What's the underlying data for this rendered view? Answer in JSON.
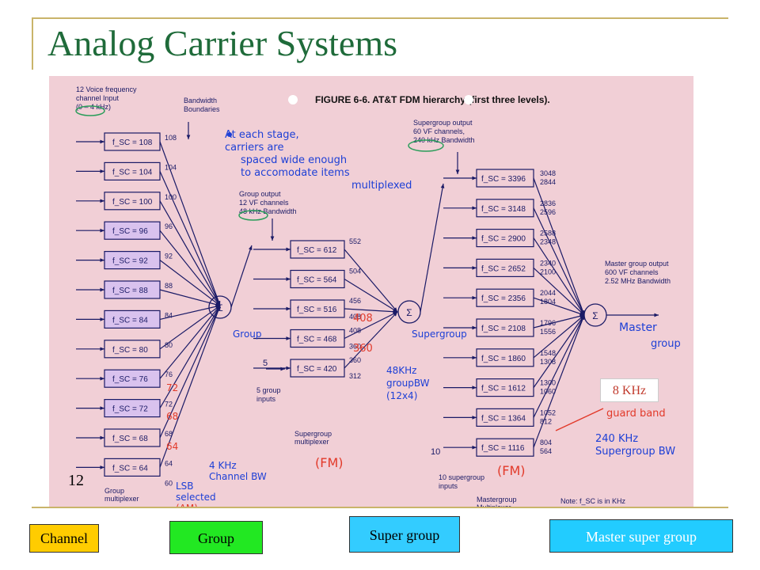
{
  "title": "Analog Carrier Systems",
  "figure_caption": "FIGURE 6-6.  AT&T FDM hierarchy (first three levels).",
  "input_label": [
    "12 Voice frequency",
    "channel Input",
    "(0 – 4 kHz)"
  ],
  "bandwidth_label": [
    "Bandwidth",
    "Boundaries"
  ],
  "channel_carriers": [
    {
      "fsc": "f_SC = 108",
      "boundary": "108"
    },
    {
      "fsc": "f_SC = 104",
      "boundary": "104"
    },
    {
      "fsc": "f_SC = 100",
      "boundary": "100"
    },
    {
      "fsc": "f_SC = 96",
      "boundary": "96"
    },
    {
      "fsc": "f_SC = 92",
      "boundary": "92"
    },
    {
      "fsc": "f_SC = 88",
      "boundary": "88"
    },
    {
      "fsc": "f_SC = 84",
      "boundary": "84"
    },
    {
      "fsc": "f_SC = 80",
      "boundary": "80"
    },
    {
      "fsc": "f_SC = 76",
      "boundary": "76"
    },
    {
      "fsc": "f_SC = 72",
      "boundary": "72"
    },
    {
      "fsc": "f_SC = 68",
      "boundary": "68"
    },
    {
      "fsc": "f_SC = 64",
      "boundary": "64"
    }
  ],
  "channel_bottom_boundary": "60",
  "group_output_label": [
    "Group output",
    "12 VF channels",
    "48 kHz Bandwidth"
  ],
  "group_carriers": [
    {
      "fsc": "f_SC = 612",
      "top": "552",
      "bottom": ""
    },
    {
      "fsc": "f_SC = 564",
      "top": "504",
      "bottom": ""
    },
    {
      "fsc": "f_SC = 516",
      "top": "456",
      "bottom": "408"
    },
    {
      "fsc": "f_SC = 468",
      "top": "408",
      "bottom": "360"
    },
    {
      "fsc": "f_SC = 420",
      "top": "360",
      "bottom": "312"
    }
  ],
  "supergroup_output_label": [
    "Supergroup output",
    "60 VF channels,",
    "240 kHz Bandwidth"
  ],
  "supergroup_carriers": [
    {
      "fsc": "f_SC = 3396",
      "top": "3048",
      "bottom": "2844"
    },
    {
      "fsc": "f_SC = 3148",
      "top": "2836",
      "bottom": "2596"
    },
    {
      "fsc": "f_SC = 2900",
      "top": "2588",
      "bottom": "2348"
    },
    {
      "fsc": "f_SC = 2652",
      "top": "2340",
      "bottom": "2100"
    },
    {
      "fsc": "f_SC = 2356",
      "top": "2044",
      "bottom": "1804"
    },
    {
      "fsc": "f_SC = 2108",
      "top": "1796",
      "bottom": "1556"
    },
    {
      "fsc": "f_SC = 1860",
      "top": "1548",
      "bottom": "1308"
    },
    {
      "fsc": "f_SC = 1612",
      "top": "1300",
      "bottom": "1060"
    },
    {
      "fsc": "f_SC = 1364",
      "top": "1052",
      "bottom": "812"
    },
    {
      "fsc": "f_SC = 1116",
      "top": "804",
      "bottom": "564"
    }
  ],
  "mastergroup_output_label": [
    "Master group output",
    "600 VF channels",
    "2.52 MHz Bandwidth"
  ],
  "sum_symbol": "Σ",
  "five_group_label": [
    "5 group",
    "inputs"
  ],
  "five_num": "5",
  "ten_num": "10",
  "ten_supergroup_label": [
    "10 supergroup",
    "inputs"
  ],
  "group_multiplexer": [
    "Group",
    "multiplexer"
  ],
  "supergroup_multiplexer": [
    "Supergroup",
    "multiplexer"
  ],
  "mastergroup_multiplexer": [
    "Mastergroup",
    "Multiplexer"
  ],
  "note": "Note: f_SC is in KHz",
  "handwritten": {
    "note_stage": [
      "At each stage,",
      "carriers are",
      "spaced wide enough",
      "to accomodate items",
      "multiplexed"
    ],
    "group": "Group",
    "supergroup": "Supergroup",
    "master": [
      "Master",
      "group"
    ],
    "red_408": "408",
    "red_360": "360",
    "red_72": "72",
    "red_68": "68",
    "red_64": "64",
    "group_bw": [
      "48KHz",
      "groupBW",
      "(12x4)"
    ],
    "channel_bw": [
      "4 KHz",
      "Channel BW"
    ],
    "lsb": [
      "LSB",
      "selected",
      "(AM)"
    ],
    "fm1": "(FM)",
    "fm2": "(FM)",
    "guard_band": "guard band",
    "supergroup_bw": [
      "240 KHz",
      "Supergroup BW"
    ]
  },
  "khz_box": "8 KHz",
  "slide_number": "12",
  "tags": {
    "channel": "Channel",
    "group": "Group",
    "super_group": "Super group",
    "master_super_group": "Master super group"
  }
}
